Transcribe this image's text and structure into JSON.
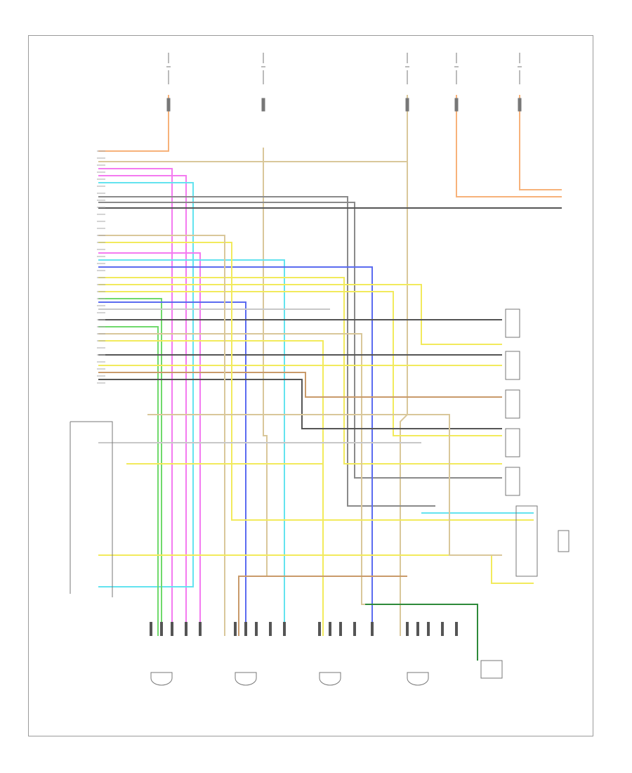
{
  "footer_code": "",
  "colors": {
    "orange": "#f7b27a",
    "tan": "#d9c79a",
    "yellow": "#f2ea5c",
    "pink": "#f47af0",
    "cyan": "#63e3ef",
    "blue": "#5b6bf0",
    "green": "#6fd96b",
    "dark_green": "#2e8a3a",
    "gray": "#8a8a8a",
    "dark_gray": "#555555",
    "light_gray": "#c8c8c8",
    "sienna": "#c99a6a"
  },
  "components": [
    {
      "id": "climate-control-module"
    },
    {
      "id": "defroster-door-actuator"
    },
    {
      "id": "left-temperature-actuator"
    },
    {
      "id": "right-temperature-actuator"
    },
    {
      "id": "mode-door-actuator"
    },
    {
      "id": "air-temperature-sensor"
    },
    {
      "id": "temperature-sensor-1"
    },
    {
      "id": "temperature-sensor-2"
    },
    {
      "id": "temperature-sensor-3"
    },
    {
      "id": "temperature-sensor-4"
    },
    {
      "id": "temperature-sensor-5"
    },
    {
      "id": "blower-motor-resistor"
    }
  ]
}
